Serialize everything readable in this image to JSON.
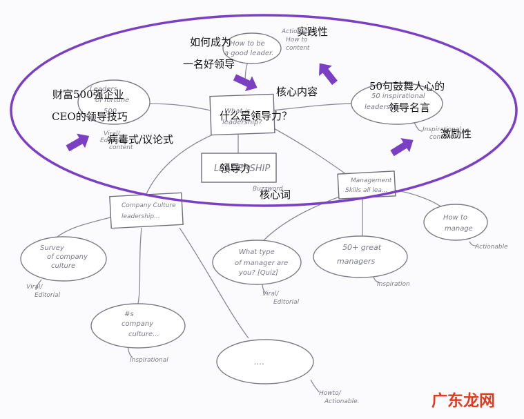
{
  "diagram": {
    "handwritten": {
      "center": [
        "What is",
        "leadership?"
      ],
      "good_leader": [
        "How to be",
        "a good leader."
      ],
      "good_leader_tag": [
        "Actionable",
        "How to",
        "content"
      ],
      "fortune": [
        "Leaders",
        "of fortune",
        "500"
      ],
      "fortune_tag": [
        "Viral/",
        "Editorial",
        "content"
      ],
      "leadership_box": "LEADERSHIP",
      "leadership_tag": "Buzzword",
      "quotes": [
        "50 inspirational",
        "leadership..."
      ],
      "quotes_tag": [
        "Inspirational",
        "content"
      ],
      "company_culture": [
        "Company Culture",
        "leadership..."
      ],
      "management_skills": [
        "Management",
        "Skills all lea..."
      ],
      "how_to_manage": [
        "How to",
        "manage"
      ],
      "how_to_manage_tag": "Actionable",
      "survey": [
        "Survey",
        "of company",
        "culture"
      ],
      "survey_tag": [
        "Viral/",
        "Editorial"
      ],
      "manager_type": [
        "What type",
        "of manager are",
        "you? [Quiz]"
      ],
      "manager_type_tag": [
        "Viral/",
        "Editorial"
      ],
      "great_managers": [
        "50+ great",
        "managers"
      ],
      "great_managers_tag": "Inspiration",
      "hash_culture": [
        "#s",
        "company",
        "culture..."
      ],
      "hash_culture_tag": "Inspirational",
      "bottom_blob": "....",
      "bottom_tag": [
        "Howto/",
        "Actionable."
      ]
    },
    "annotations": {
      "how_to_be": "如何成为",
      "good_leader": "一名好领导",
      "practical": "实践性",
      "core_content": "核心内容",
      "fortune_ceo": "财富500强企业",
      "ceo_skills": "CEO的领导技巧",
      "viral": "病毒式/议论式",
      "what_is": "什么是领导力？",
      "leadership": "领导力",
      "keyword": "核心词",
      "fifty_quotes": "50句鼓舞人心的",
      "leader_quotes": "领导名言",
      "motivational": "激励性"
    },
    "colors": {
      "ellipse": "#7b3fc4",
      "arrow": "#7b3fc4",
      "sketch": "#7a7a86",
      "annotation": "#111111",
      "watermark": "#e23a1e"
    }
  },
  "watermark": "广东龙网"
}
